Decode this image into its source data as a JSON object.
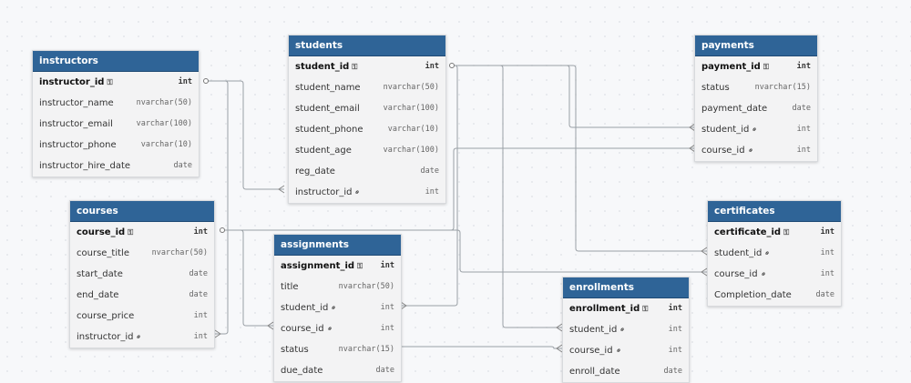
{
  "tables": {
    "instructors": {
      "title": "instructors",
      "columns": [
        {
          "name": "instructor_id",
          "type": "int"
        },
        {
          "name": "instructor_name",
          "type": "nvarchar(50)"
        },
        {
          "name": "instructor_email",
          "type": "varchar(100)"
        },
        {
          "name": "instructor_phone",
          "type": "varchar(10)"
        },
        {
          "name": "instructor_hire_date",
          "type": "date"
        }
      ]
    },
    "students": {
      "title": "students",
      "columns": [
        {
          "name": "student_id",
          "type": "int"
        },
        {
          "name": "student_name",
          "type": "nvarchar(50)"
        },
        {
          "name": "student_email",
          "type": "varchar(100)"
        },
        {
          "name": "student_phone",
          "type": "varchar(10)"
        },
        {
          "name": "student_age",
          "type": "varchar(100)"
        },
        {
          "name": "reg_date",
          "type": "date"
        },
        {
          "name": "instructor_id",
          "type": "int"
        }
      ]
    },
    "payments": {
      "title": "payments",
      "columns": [
        {
          "name": "payment_id",
          "type": "int"
        },
        {
          "name": "status",
          "type": "nvarchar(15)"
        },
        {
          "name": "payment_date",
          "type": "date"
        },
        {
          "name": "student_id",
          "type": "int"
        },
        {
          "name": "course_id",
          "type": "int"
        }
      ]
    },
    "courses": {
      "title": "courses",
      "columns": [
        {
          "name": "course_id",
          "type": "int"
        },
        {
          "name": "course_title",
          "type": "nvarchar(50)"
        },
        {
          "name": "start_date",
          "type": "date"
        },
        {
          "name": "end_date",
          "type": "date"
        },
        {
          "name": "course_price",
          "type": "int"
        },
        {
          "name": "instructor_id",
          "type": "int"
        }
      ]
    },
    "assignments": {
      "title": "assignments",
      "columns": [
        {
          "name": "assignment_id",
          "type": "int"
        },
        {
          "name": "title",
          "type": "nvarchar(50)"
        },
        {
          "name": "student_id",
          "type": "int"
        },
        {
          "name": "course_id",
          "type": "int"
        },
        {
          "name": "status",
          "type": "nvarchar(15)"
        },
        {
          "name": "due_date",
          "type": "date"
        }
      ]
    },
    "certificates": {
      "title": "certificates",
      "columns": [
        {
          "name": "certificate_id",
          "type": "int"
        },
        {
          "name": "student_id",
          "type": "int"
        },
        {
          "name": "course_id",
          "type": "int"
        },
        {
          "name": "Completion_date",
          "type": "date"
        }
      ]
    },
    "enrollments": {
      "title": "enrollments",
      "columns": [
        {
          "name": "enrollment_id",
          "type": "int"
        },
        {
          "name": "student_id",
          "type": "int"
        },
        {
          "name": "course_id",
          "type": "int"
        },
        {
          "name": "enroll_date",
          "type": "date"
        }
      ]
    }
  },
  "colors": {
    "header_bg": "#2f6497",
    "header_text": "#ffffff",
    "table_bg": "#f3f3f4",
    "link_line": "#9aa0a6"
  }
}
